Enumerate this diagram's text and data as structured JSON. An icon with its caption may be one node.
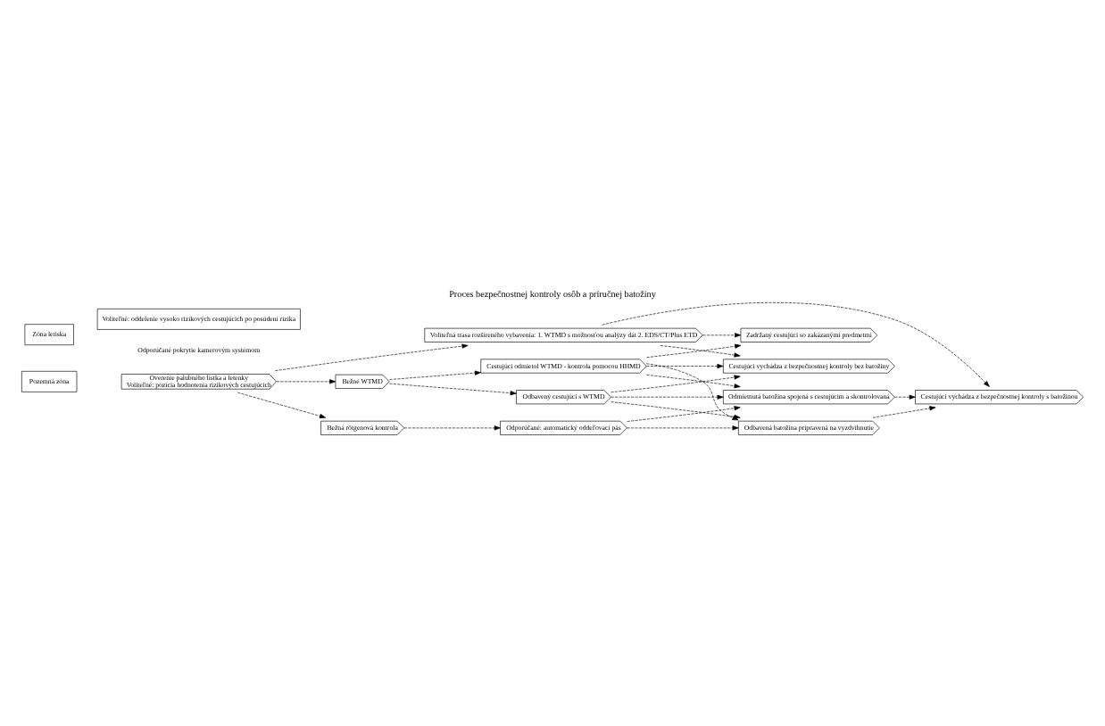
{
  "diagram": {
    "title": "Proces bezpečnostnej kontroly osôb a príručnej batožiny",
    "nodes": [
      {
        "text": [
          "Pozemná zóna"
        ]
      },
      {
        "text": [
          "Zóna letiska"
        ]
      },
      {
        "text": [
          "Overenie palubného lístka a letenky",
          "Voliteľné: pozícia hodnotenia rizikových cestujúcich"
        ]
      },
      {
        "text": [
          "Bežné WTMD"
        ]
      },
      {
        "text": [
          "Bežná rötgenová kontrola"
        ]
      },
      {
        "text": [
          "Cestujúci odmietol WTMD - kontrola pomocou HHMD"
        ]
      },
      {
        "text": [
          "Odbavený cestujúci s WTMD"
        ]
      },
      {
        "text": [
          "Odporúčané: automatický oddeľovací pás"
        ]
      },
      {
        "text": [
          "Odbavená batožina pripravená na vyzdvihnutie"
        ]
      },
      {
        "text": [
          "Odmietnutá batožina spojená s cestujúcim a skontrolovaná"
        ]
      },
      {
        "text": [
          "Zadržaný cestujúci so zakázanými predmetmi"
        ]
      },
      {
        "text": [
          "Cestujúci vychádza z bezpečnostnej kontroly bez batožiny"
        ]
      },
      {
        "text": [
          "Cestujúci vychádza z bezpečnostnej kontroly s batožinou"
        ]
      },
      {
        "text": [
          "Voliteľné: oddelenie vysoko rizikových cestujúcich po posúdení rizika"
        ]
      },
      {
        "text": [
          "Voliteľná trasa rozšíreného vybavenia: 1. WTMD s možnosťou analýzy dát 2. EDS/CT/Plus ETD"
        ]
      }
    ],
    "edges": [
      {
        "from": 2,
        "to": 3,
        "arrow": "to",
        "style": "dashed"
      },
      {
        "from": 2,
        "to": 4,
        "arrow": "to",
        "style": "dashed"
      },
      {
        "from": 2,
        "to": 14,
        "arrow": "to",
        "style": "dashed"
      },
      {
        "from": 3,
        "to": 5,
        "arrow": "to",
        "style": "dashed"
      },
      {
        "from": 3,
        "to": 6,
        "arrow": "to",
        "style": "dashed"
      },
      {
        "from": 4,
        "to": 7,
        "arrow": "to",
        "style": "dashed"
      },
      {
        "from": 5,
        "to": 10,
        "arrow": "to",
        "style": "dashed"
      },
      {
        "from": 5,
        "to": 11,
        "arrow": "to",
        "style": "dashed"
      },
      {
        "from": 5,
        "to": 8,
        "arrow": "to",
        "style": "dashed"
      },
      {
        "from": 5,
        "to": 9,
        "arrow": "to",
        "style": "dashed"
      },
      {
        "from": 6,
        "to": 11,
        "arrow": "to",
        "style": "dashed"
      },
      {
        "from": 6,
        "to": 8,
        "arrow": "to",
        "style": "dashed"
      },
      {
        "from": 6,
        "to": 9,
        "arrow": "to",
        "style": "dashed"
      },
      {
        "from": 7,
        "to": 8,
        "arrow": "to",
        "style": "dashed"
      },
      {
        "from": 7,
        "to": 9,
        "arrow": "to",
        "style": "dashed"
      },
      {
        "from": 8,
        "to": 12,
        "arrow": "to",
        "style": "dashed"
      },
      {
        "from": 9,
        "to": 12,
        "arrow": "to",
        "style": "dashed"
      },
      {
        "from": 14,
        "to": 10,
        "arrow": "to",
        "style": "dashed"
      },
      {
        "from": 14,
        "to": 11,
        "arrow": "to",
        "style": "dashed"
      },
      {
        "from": 14,
        "to": 12,
        "arrow": "to",
        "style": "dashed"
      }
    ],
    "labels": [
      "Odporúčané pokrytie kamerovým systémom"
    ]
  }
}
